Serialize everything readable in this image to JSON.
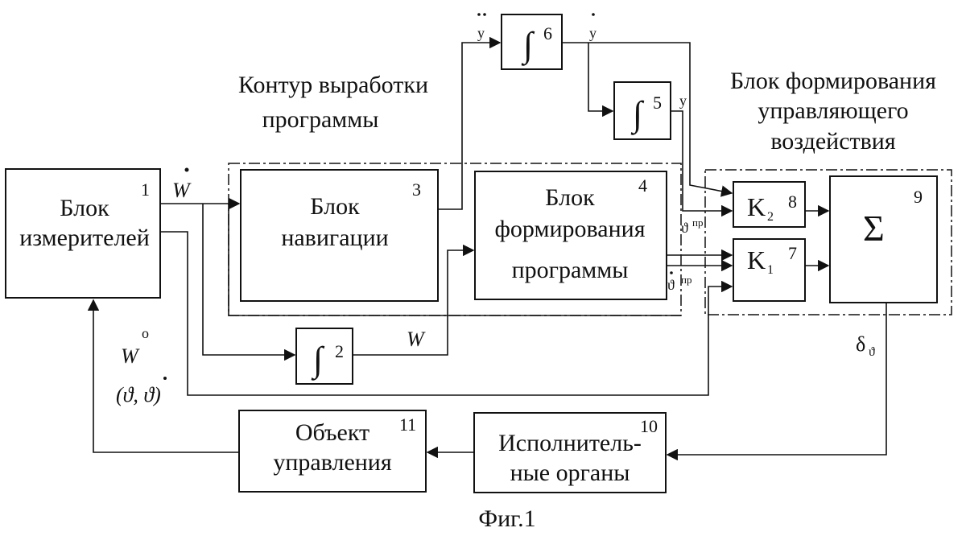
{
  "diagram": {
    "caption": "Фиг.1",
    "group_labels": {
      "program_loop": [
        "Контур выработки",
        "программы"
      ],
      "control_block": [
        "Блок формирования",
        "управляющего",
        "воздействия"
      ]
    },
    "blocks": {
      "b1": {
        "lines": [
          "Блок",
          "измерителей"
        ],
        "num": "1"
      },
      "b2": {
        "symbol": "∫",
        "num": "2"
      },
      "b3": {
        "lines": [
          "Блок",
          "навигации"
        ],
        "num": "3"
      },
      "b4": {
        "lines": [
          "Блок",
          "формирования",
          "программы"
        ],
        "num": "4"
      },
      "b5": {
        "symbol": "∫",
        "num": "5"
      },
      "b6": {
        "symbol": "∫",
        "num": "6"
      },
      "b7": {
        "gain": "K",
        "sub": "1",
        "num": "7"
      },
      "b8": {
        "gain": "K",
        "sub": "2",
        "num": "8"
      },
      "b9": {
        "symbol": "Σ",
        "num": "9"
      },
      "b10": {
        "lines": [
          "Исполнитель-",
          "ные органы"
        ],
        "num": "10"
      },
      "b11": {
        "lines": [
          "Объект",
          "управления"
        ],
        "num": "11"
      }
    },
    "signals": {
      "w_dot": "W",
      "w": "W",
      "w_zero": "W",
      "w_zero_sup": "o",
      "theta_pair": "(ϑ, ϑ)",
      "y_ddot": "y",
      "y_dot": "y",
      "y": "y",
      "theta_pr": "ϑ",
      "theta_dot_pr": "ϑ",
      "pr_sup": "пр",
      "delta": "δ",
      "delta_sub": "ϑ"
    }
  }
}
